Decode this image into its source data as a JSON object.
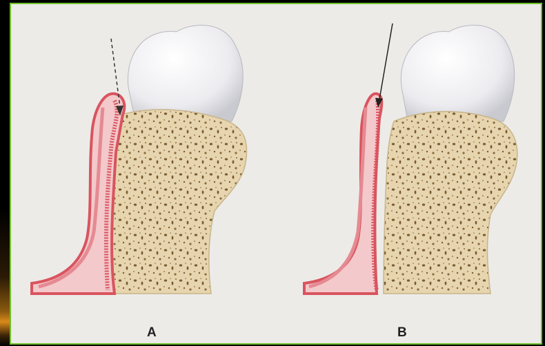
{
  "panels": [
    {
      "label": "A",
      "arrow_style": "dashed"
    },
    {
      "label": "B",
      "arrow_style": "solid"
    }
  ],
  "colors": {
    "background": "#ecebe8",
    "frame_border": "#6fbf2a",
    "gingiva": "#e0707a",
    "gingiva_light": "#f3c9cb",
    "bone": "#e8d8b4",
    "bone_pore": "#8a6a3a",
    "tooth": "#f4f4f6"
  }
}
